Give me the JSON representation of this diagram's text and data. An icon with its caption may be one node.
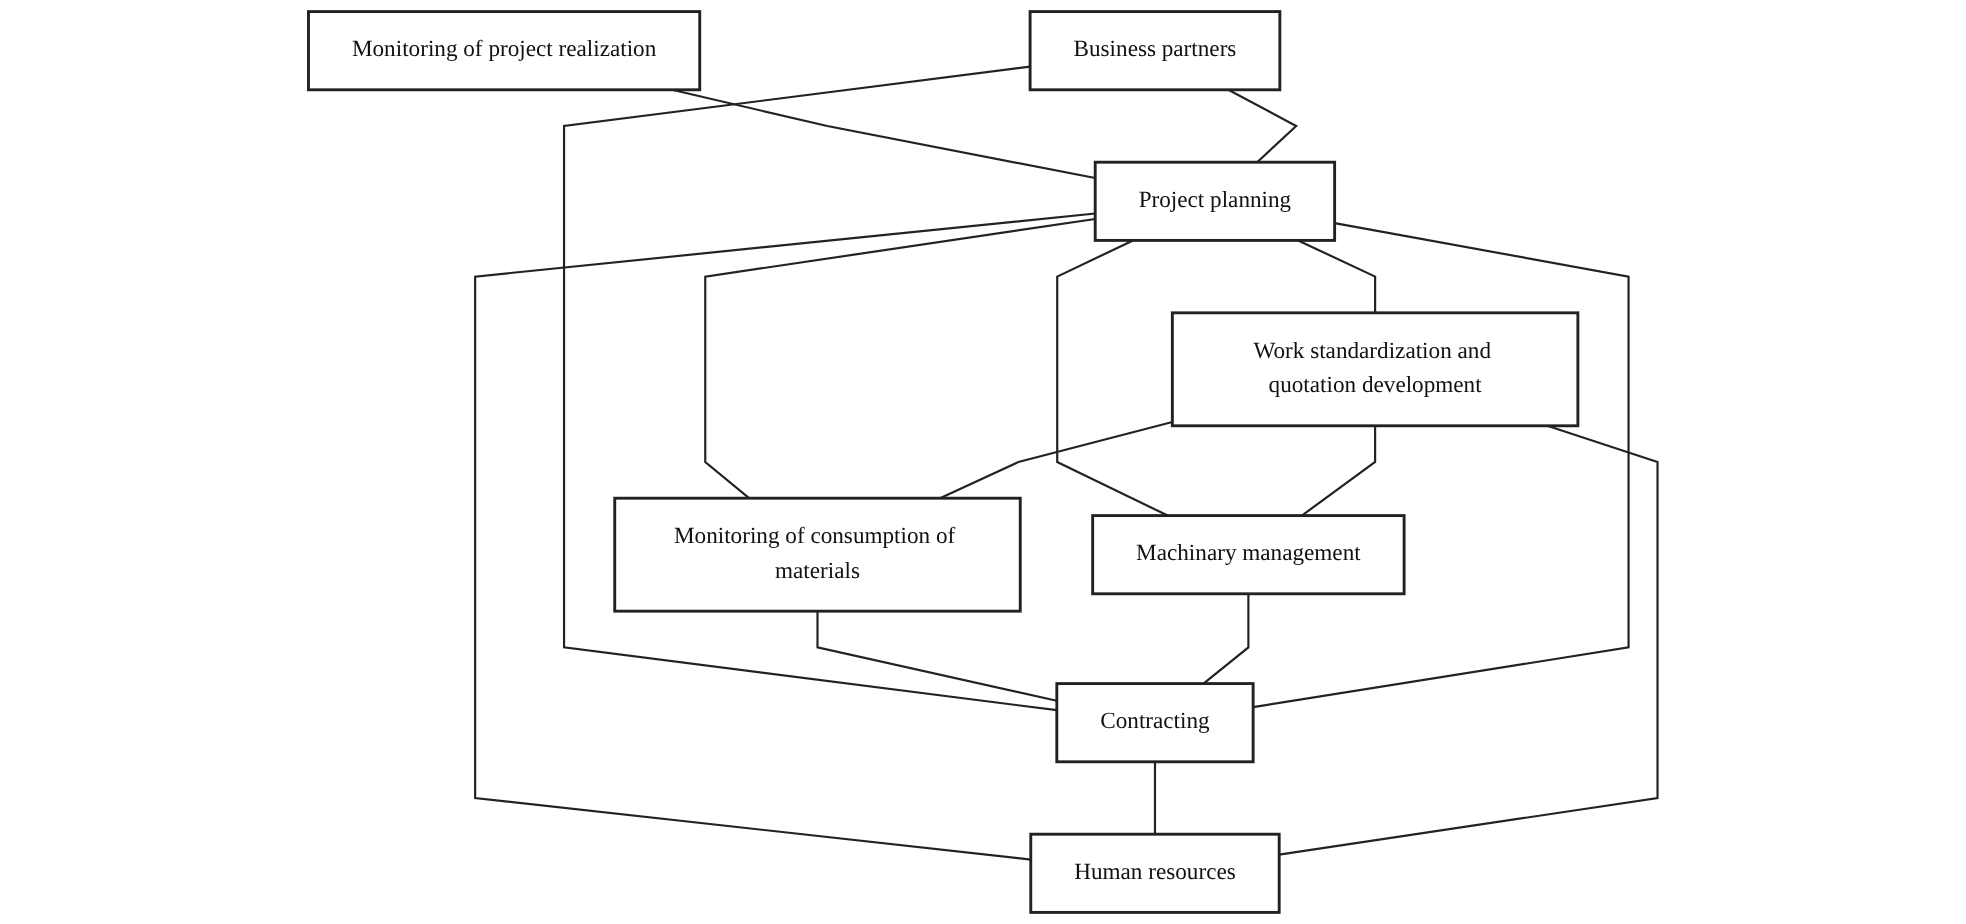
{
  "diagram": {
    "nodes": [
      {
        "text": [
          "Monitoring of project realization"
        ]
      },
      {
        "text": [
          "Business partners"
        ]
      },
      {
        "text": [
          "Contracting"
        ]
      },
      {
        "text": [
          "Project planning"
        ]
      },
      {
        "text": [
          "Work standardization and quotation development"
        ]
      },
      {
        "text": [
          "Monitoring of consumption of materials"
        ]
      },
      {
        "text": [
          "Machinary management"
        ]
      },
      {
        "text": [
          "Human resources"
        ]
      }
    ],
    "edges": [
      {
        "from": 1,
        "to": 2,
        "arrow": "none"
      },
      {
        "from": 0,
        "to": 3,
        "arrow": "none"
      },
      {
        "from": 1,
        "to": 3,
        "arrow": "none"
      },
      {
        "from": 2,
        "to": 3,
        "arrow": "none"
      },
      {
        "from": 3,
        "to": 7,
        "arrow": "none"
      },
      {
        "from": 2,
        "to": 7,
        "arrow": "none"
      },
      {
        "from": 3,
        "to": 4,
        "arrow": "none"
      },
      {
        "from": 3,
        "to": 5,
        "arrow": "none"
      },
      {
        "from": 3,
        "to": 6,
        "arrow": "none"
      },
      {
        "from": 4,
        "to": 6,
        "arrow": "none"
      },
      {
        "from": 4,
        "to": 7,
        "arrow": "none"
      },
      {
        "from": 4,
        "to": 5,
        "arrow": "none"
      },
      {
        "from": 5,
        "to": 2,
        "arrow": "none"
      },
      {
        "from": 6,
        "to": 2,
        "arrow": "none"
      }
    ]
  }
}
